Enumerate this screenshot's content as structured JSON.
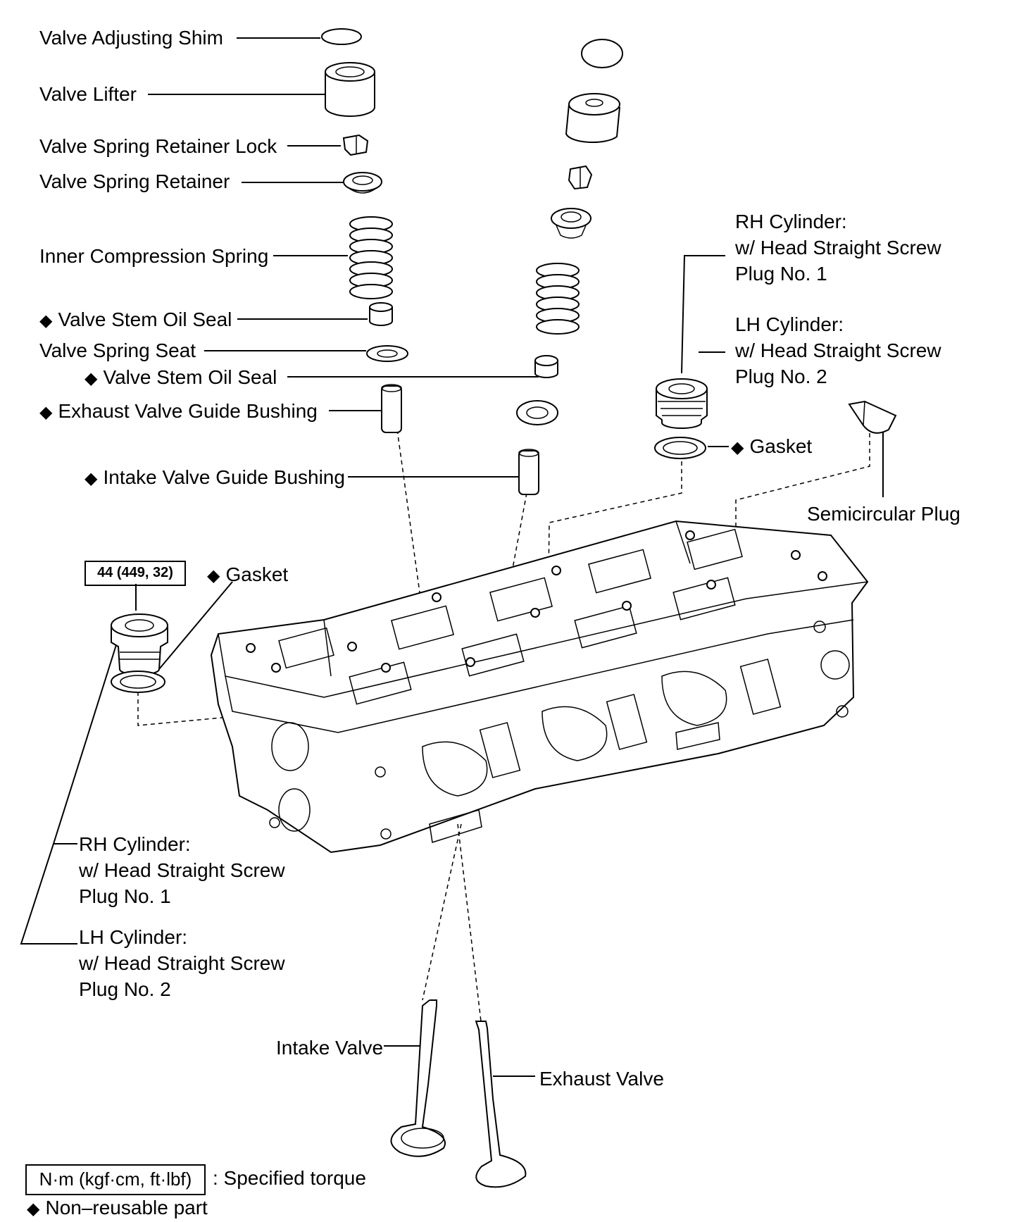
{
  "labels": {
    "valve_adjusting_shim": "Valve Adjusting Shim",
    "valve_lifter": "Valve Lifter",
    "valve_spring_retainer_lock": "Valve Spring Retainer Lock",
    "valve_spring_retainer": "Valve Spring Retainer",
    "inner_compression_spring": "Inner Compression Spring",
    "valve_stem_oil_seal_1": "Valve Stem Oil Seal",
    "valve_spring_seat": "Valve Spring Seat",
    "valve_stem_oil_seal_2": "Valve Stem Oil Seal",
    "exhaust_valve_guide_bushing": "Exhaust Valve Guide Bushing",
    "intake_valve_guide_bushing": "Intake Valve Guide Bushing",
    "gasket_right": "Gasket",
    "gasket_left": "Gasket",
    "semicircular_plug": "Semicircular Plug",
    "intake_valve": "Intake Valve",
    "exhaust_valve": "Exhaust Valve",
    "rh_cylinder_top": [
      "RH Cylinder:",
      "w/ Head Straight Screw",
      "Plug No. 1"
    ],
    "lh_cylinder_top": [
      "LH Cylinder:",
      "w/ Head Straight Screw",
      "Plug No. 2"
    ],
    "rh_cylinder_bottom": [
      "RH Cylinder:",
      "w/ Head Straight Screw",
      "Plug No. 1"
    ],
    "lh_cylinder_bottom": [
      "LH Cylinder:",
      "w/ Head Straight Screw",
      "Plug No. 2"
    ]
  },
  "torque_spec": "44 (449, 32)",
  "non_reusable_symbol": "◆",
  "legend": {
    "torque_unit": "N·m (kgf·cm, ft·lbf)",
    "torque_text": ": Specified torque",
    "non_reusable_text": "Non–reusable part"
  }
}
